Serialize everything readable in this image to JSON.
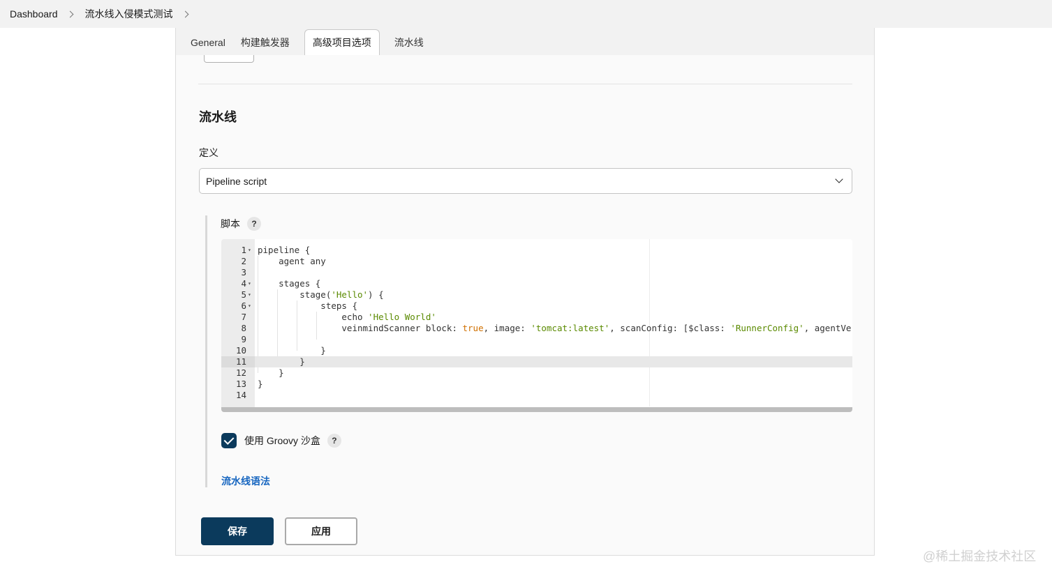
{
  "breadcrumb": {
    "items": [
      "Dashboard",
      "流水线入侵模式测试"
    ]
  },
  "tabs": [
    {
      "label": "General",
      "active": false
    },
    {
      "label": "构建触发器",
      "active": false
    },
    {
      "label": "高级项目选项",
      "active": true
    },
    {
      "label": "流水线",
      "active": false
    }
  ],
  "section": {
    "title": "流水线",
    "definition_label": "定义",
    "definition_value": "Pipeline script",
    "script_label": "脚本",
    "help_glyph": "?"
  },
  "editor": {
    "lines": [
      {
        "n": "1",
        "fold": true,
        "html": "pipeline {"
      },
      {
        "n": "2",
        "fold": false,
        "html": "    agent any"
      },
      {
        "n": "3",
        "fold": false,
        "html": ""
      },
      {
        "n": "4",
        "fold": true,
        "html": "    stages {"
      },
      {
        "n": "5",
        "fold": true,
        "html": "        stage(<span class=\"str\">'Hello'</span>) {"
      },
      {
        "n": "6",
        "fold": true,
        "html": "            steps {"
      },
      {
        "n": "7",
        "fold": false,
        "html": "                echo <span class=\"str\">'Hello World'</span>"
      },
      {
        "n": "8",
        "fold": false,
        "html": "                veinmindScanner block: <span class=\"kw\">true</span>, image: <span class=\"str\">'tomcat:latest'</span>, scanConfig: [$class: <span class=\"str\">'RunnerConfig'</span>, agentVersion: <span class=\"str\">'</span>"
      },
      {
        "n": "9",
        "fold": false,
        "html": ""
      },
      {
        "n": "10",
        "fold": false,
        "html": "            }"
      },
      {
        "n": "11",
        "fold": false,
        "html": "        }",
        "active": true
      },
      {
        "n": "12",
        "fold": false,
        "html": "    }"
      },
      {
        "n": "13",
        "fold": false,
        "html": "}"
      },
      {
        "n": "14",
        "fold": false,
        "html": ""
      }
    ]
  },
  "sandbox": {
    "label": "使用 Groovy 沙盒",
    "checked": true
  },
  "syntax_link": "流水线语法",
  "buttons": {
    "save": "保存",
    "apply": "应用"
  },
  "watermark": "@稀土掘金技术社区",
  "colors": {
    "primary": "#0b3a5c",
    "link": "#1766c0",
    "string": "#5a8a00",
    "keyword": "#d07000"
  }
}
